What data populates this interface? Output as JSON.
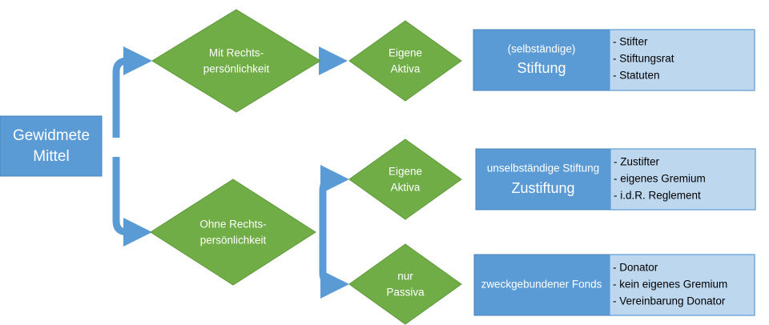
{
  "colors": {
    "blue": "#5b9bd5",
    "blue_border": "#4a86bd",
    "green": "#70ad47",
    "green_border": "#5e9a3a",
    "light_blue": "#bdd7ee",
    "light_blue_border": "#5b9bd5",
    "arrow": "#5b9bd5"
  },
  "source": {
    "line1": "Gewidmete",
    "line2": "Mittel"
  },
  "decisions": {
    "with_legal": {
      "line1": "Mit Rechts-",
      "line2": "persönlichkeit"
    },
    "without_legal": {
      "line1": "Ohne Rechts-",
      "line2": "persönlichkeit"
    }
  },
  "assets": {
    "own_top": {
      "line1": "Eigene",
      "line2": "Aktiva"
    },
    "own_mid": {
      "line1": "Eigene",
      "line2": "Aktiva"
    },
    "only_passive": {
      "line1": "nur",
      "line2": "Passiva"
    }
  },
  "outcomes": {
    "stiftung": {
      "subtitle": "(selbständige)",
      "title": "Stiftung",
      "items": [
        "- Stifter",
        "- Stiftungsrat",
        "- Statuten"
      ]
    },
    "zustiftung": {
      "subtitle": "unselbständige Stiftung",
      "title": "Zustiftung",
      "items": [
        "- Zustifter",
        "- eigenes Gremium",
        "- i.d.R. Reglement"
      ]
    },
    "fonds": {
      "title": "zweckgebundener Fonds",
      "items": [
        "- Donator",
        "- kein eigenes Gremium",
        "- Vereinbarung Donator"
      ]
    }
  }
}
